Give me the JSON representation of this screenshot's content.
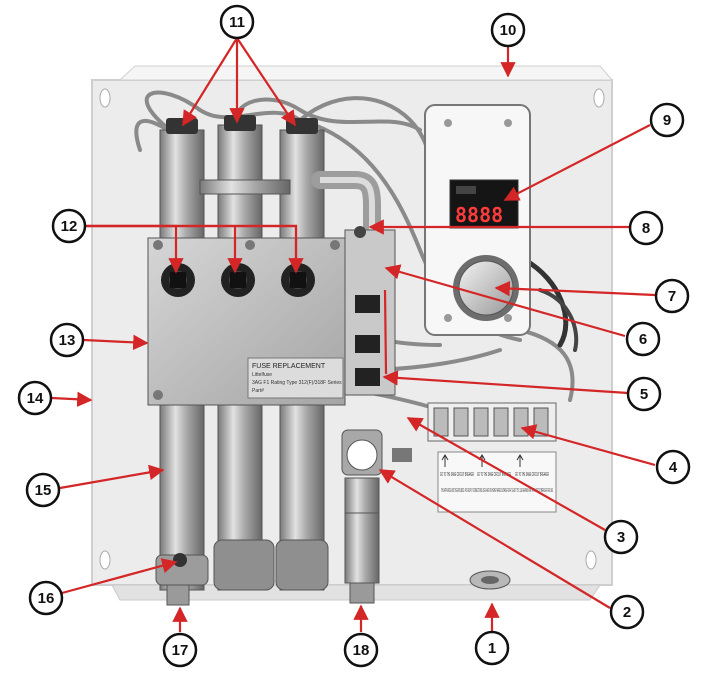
{
  "callouts": [
    {
      "id": "c1",
      "label": "1"
    },
    {
      "id": "c2",
      "label": "2"
    },
    {
      "id": "c3",
      "label": "3"
    },
    {
      "id": "c4",
      "label": "4"
    },
    {
      "id": "c5",
      "label": "5"
    },
    {
      "id": "c6",
      "label": "6"
    },
    {
      "id": "c7",
      "label": "7"
    },
    {
      "id": "c8",
      "label": "8"
    },
    {
      "id": "c9",
      "label": "9"
    },
    {
      "id": "c10",
      "label": "10"
    },
    {
      "id": "c11",
      "label": "11"
    },
    {
      "id": "c12",
      "label": "12"
    },
    {
      "id": "c13",
      "label": "13"
    },
    {
      "id": "c14",
      "label": "14"
    },
    {
      "id": "c15",
      "label": "15"
    },
    {
      "id": "c16",
      "label": "16"
    },
    {
      "id": "c17",
      "label": "17"
    },
    {
      "id": "c18",
      "label": "18"
    }
  ],
  "display": {
    "reading": "8888"
  },
  "fuse_plate": {
    "title": "FUSE REPLACEMENT",
    "line2": "Littelfuse",
    "line3": "3AG F1 Rating Type 312(F)/318F Series",
    "line4": "Part#"
  },
  "terminal_block": {
    "left_caption": "GO TO THE SAME CIRCUIT BREAKER",
    "mid_caption": "GO TO THE SAME CIRCUIT BREAKER",
    "right_caption": "GO TO THE SAME CIRCUIT BREAKER",
    "notice": "THIS APPLIANCE MUST BE GROUNDED. FOR SUPPLY CONNECTIONS USE 6 AWG OR HIGHER WIRES SUITABLE FOR AT LEAST 75°C. USE MAXIMUM 60A TRIP 1 CIRCUIT BREAKER, PER LINE"
  },
  "colors": {
    "arrow": "#d42626",
    "panel": "#ececec",
    "metal": "#b9b9b9",
    "cover": "#f4f4f4"
  }
}
